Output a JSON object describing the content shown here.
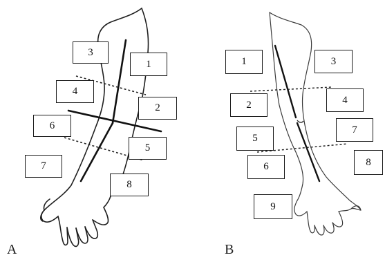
{
  "panels": [
    {
      "letter": "A",
      "labels": [
        "1",
        "2",
        "3",
        "4",
        "5",
        "6",
        "7",
        "8"
      ]
    },
    {
      "letter": "B",
      "labels": [
        "1",
        "2",
        "3",
        "4",
        "5",
        "6",
        "7",
        "8",
        "9"
      ]
    }
  ]
}
